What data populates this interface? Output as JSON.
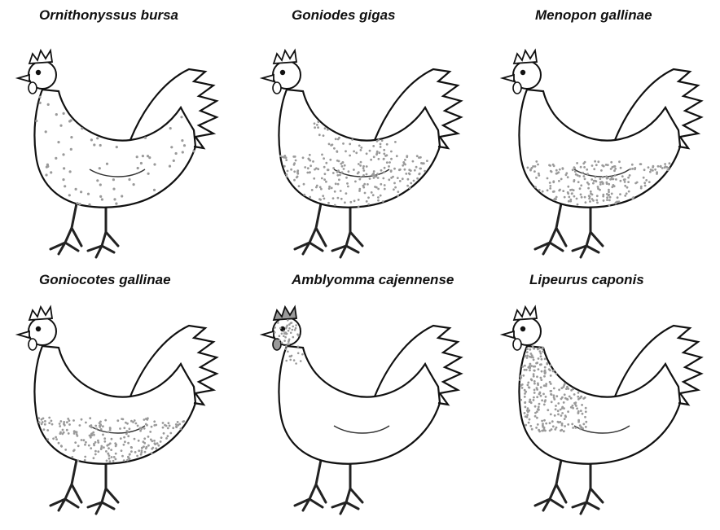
{
  "figure": {
    "panels": [
      {
        "label": "Ornithonyssus bursa",
        "region": "whole-body-sparse",
        "dot_color": "#9a9a9a"
      },
      {
        "label": "Goniodes gigas",
        "region": "back-and-lower-body",
        "dot_color": "#9a9a9a"
      },
      {
        "label": "Menopon gallinae",
        "region": "lower-body",
        "dot_color": "#9a9a9a"
      },
      {
        "label": "Goniocotes gallinae",
        "region": "lower-body",
        "dot_color": "#9a9a9a"
      },
      {
        "label": "Amblyomma cajennense",
        "region": "head-and-comb",
        "dot_color": "#9a9a9a"
      },
      {
        "label": "Lipeurus caponis",
        "region": "neck-and-breast",
        "dot_color": "#9a9a9a"
      }
    ]
  }
}
